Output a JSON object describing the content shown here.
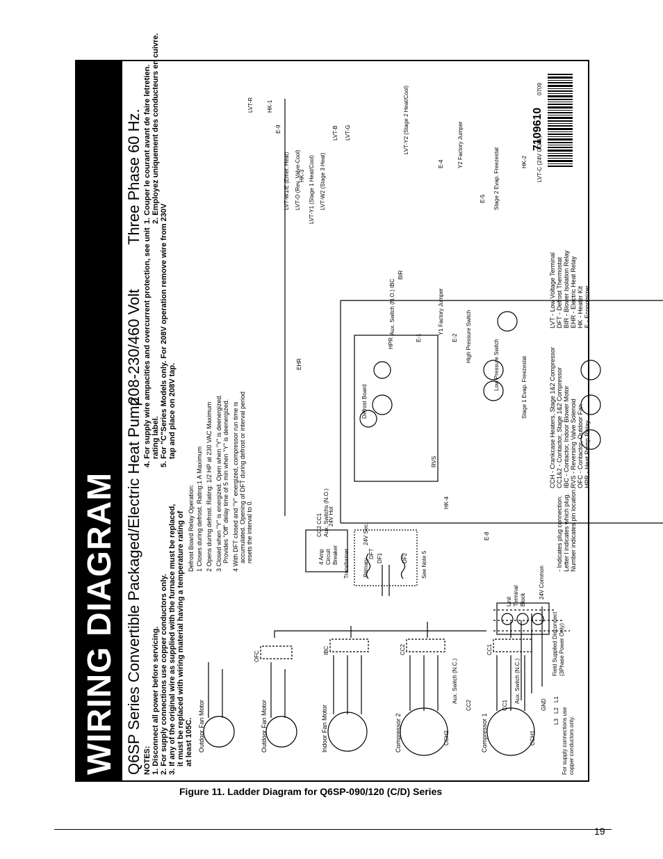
{
  "title": "WIRING DIAGRAM",
  "subtitle": {
    "series": "Q6SP Series Convertible Packaged/Electric Heat Pump",
    "voltage": "208-230/460 Volt",
    "phase": "Three Phase 60 Hz."
  },
  "notes": {
    "heading": "NOTES:",
    "n1": "1. Disconnect all power before servicing.",
    "n2": "2. For supply connections use copper conductors only.",
    "n3a": "3. If any of the original wire as supplied with the furnace must be replaced,",
    "n3b": "it must be replaced with wiring material having a temperature rating of",
    "n3c": "at least 105C.",
    "n4a": "4. For supply wire ampacities and overcurrent protection, see unit",
    "n4b": "rating label.",
    "n5a": "5. For \"C\"Series Models only. For 208V operation remove wire from 230V",
    "n5b": "tap and place on 208V tap.",
    "fr1": "1. Couper le courant avant de faire letretien.",
    "fr2": "2. Employez uniquement des conducteurs en cuivre."
  },
  "relay_operation": {
    "heading": "Defrost Board Relay Operation:",
    "c1": "1 Closes during defrost. Rating:1  A Maximum",
    "c2": "2 Opens  during defrost. Rating: 1/2 HP at 230 VAC Maximum",
    "c3a": "3 Closed when \"Y\" is energized. Open when \"Y\" is deenergized.",
    "c3b": "Provides \"Off\" delay time of 5 min when \"Y\" is deenergized.",
    "c4a": "4 With DFT closed and \"Y\" energized, compressor run time is",
    "c4b": "accumulated. Opening of DFT during defrost or interval period",
    "c4c": "resets the interval to 0."
  },
  "components": {
    "ofm1": "Outdoor Fan Motor",
    "ofm2": "Outdoor Fan Motor",
    "ifm": "Indoor Fan Motor",
    "comp2": "Compressor 2",
    "comp1": "Compressor 1",
    "cch2": "CCH2",
    "cch1": "CCH1",
    "ofc": "OFC",
    "ibc": "IBC",
    "cc2": "CC2",
    "cc1": "CC1",
    "aux_nc": "Aux. Switch (N.C.)",
    "aux_cc2": "CC2",
    "aux_cc1": "CC1",
    "aux_switch_nc": "Aux. Switch (N.C.)",
    "gnd": "GND",
    "l1": "L1",
    "l2": "L2",
    "l3": "L3",
    "supply_note_a": "For supply connections use",
    "supply_note_b": "copper conductors only.",
    "utb_a": "Unit",
    "utb_b": "Terminal",
    "utb_c": "Block",
    "field_a": "Field Supplied Disconnect",
    "field_b": "(3Phase Power Only)",
    "transformer": "Transformer",
    "primary": "Primary",
    "sec": "24V Sec.",
    "see_note": "See Note 5",
    "breaker_a": "4 Amp",
    "breaker_b": "Circuit",
    "breaker_c": "Breaker",
    "hot": "24V  Hot",
    "common": "24V  Common",
    "aux_switch_no": "Aux. Switch (N.O.)",
    "cc2cc1": "CC2 CC1",
    "aux_switchs": "Aux. Switchs (N.O.)",
    "dft": "DFT",
    "df1": "DF1",
    "df2": "DF2",
    "defrost_board": "Defrost Board",
    "ehr": "EHR",
    "hpr": "HPR",
    "bir": "BIR",
    "rvs": "RVS",
    "hk4": "HK-4",
    "e8": "E-8",
    "e1": "E-1",
    "e2": "E-2",
    "e4": "E-4",
    "e5": "E-5",
    "e9": "E-9",
    "hk1": "HK-1",
    "hk2": "HK-2",
    "hk3": "HK-3",
    "y1_jumper": "Y1 Factory Jumper",
    "y2_jumper": "Y2 Factory Jumper",
    "hps": "High Pressure Switch",
    "lps": "Low Pressure Switch",
    "stage1": "Stage 1 Evap. Freezestat",
    "stage2": "Stage 2 Evap. Freezestat",
    "aux_no_ibc": "Aux. Switch (N.O.) IBC"
  },
  "lvt": {
    "r": "LVT-R",
    "w1": "LVT-W1/E (Emer. Heat)",
    "o": "LVT-O (Rev. Valve-Cool)",
    "y1": "LVT-Y1 (Stage 1 Heat/Cool)",
    "w2": "LVT-W2 (Stage 3 Heat)",
    "b": "LVT-B",
    "g": "LVT-G",
    "y2": "LVT-Y2 (Stage 2 Heat/Cool)",
    "c": "LVT-C (24V COM.)"
  },
  "legend": {
    "cch": "CCH - Crankcase Heaters, Stage 1&2 Compressor",
    "cc": "CC1&2 - Contactor, Stage 1&2 Compressor",
    "ibc": "IBC - Contactor, Indoor Blower Motor",
    "rvs": "RVS - Reversing Valve Solenoid",
    "ofc": "OFC - Contactor, Outdoor Fan",
    "hpr": "HPR - Heat Pump Relay",
    "lvt": "LVT - Low Voltage Terminal",
    "dft": "DFT - Defrost Thermostat",
    "bir": "BIR - Blower Isolation Relay",
    "ehr": "EHR - Electric Heat Relay",
    "hk": "HK - Heater Kit",
    "e": "E - Economizer",
    "plug_a": "- Indicates plug connection.",
    "plug_b": "Letter l indicates which plug.",
    "plug_c": "Number indicates pin location."
  },
  "part_number": "7109610",
  "part_date": "0709",
  "caption": "Figure 11. Ladder Diagram for Q6SP-090/120 (C/D) Series",
  "page_number": "19"
}
